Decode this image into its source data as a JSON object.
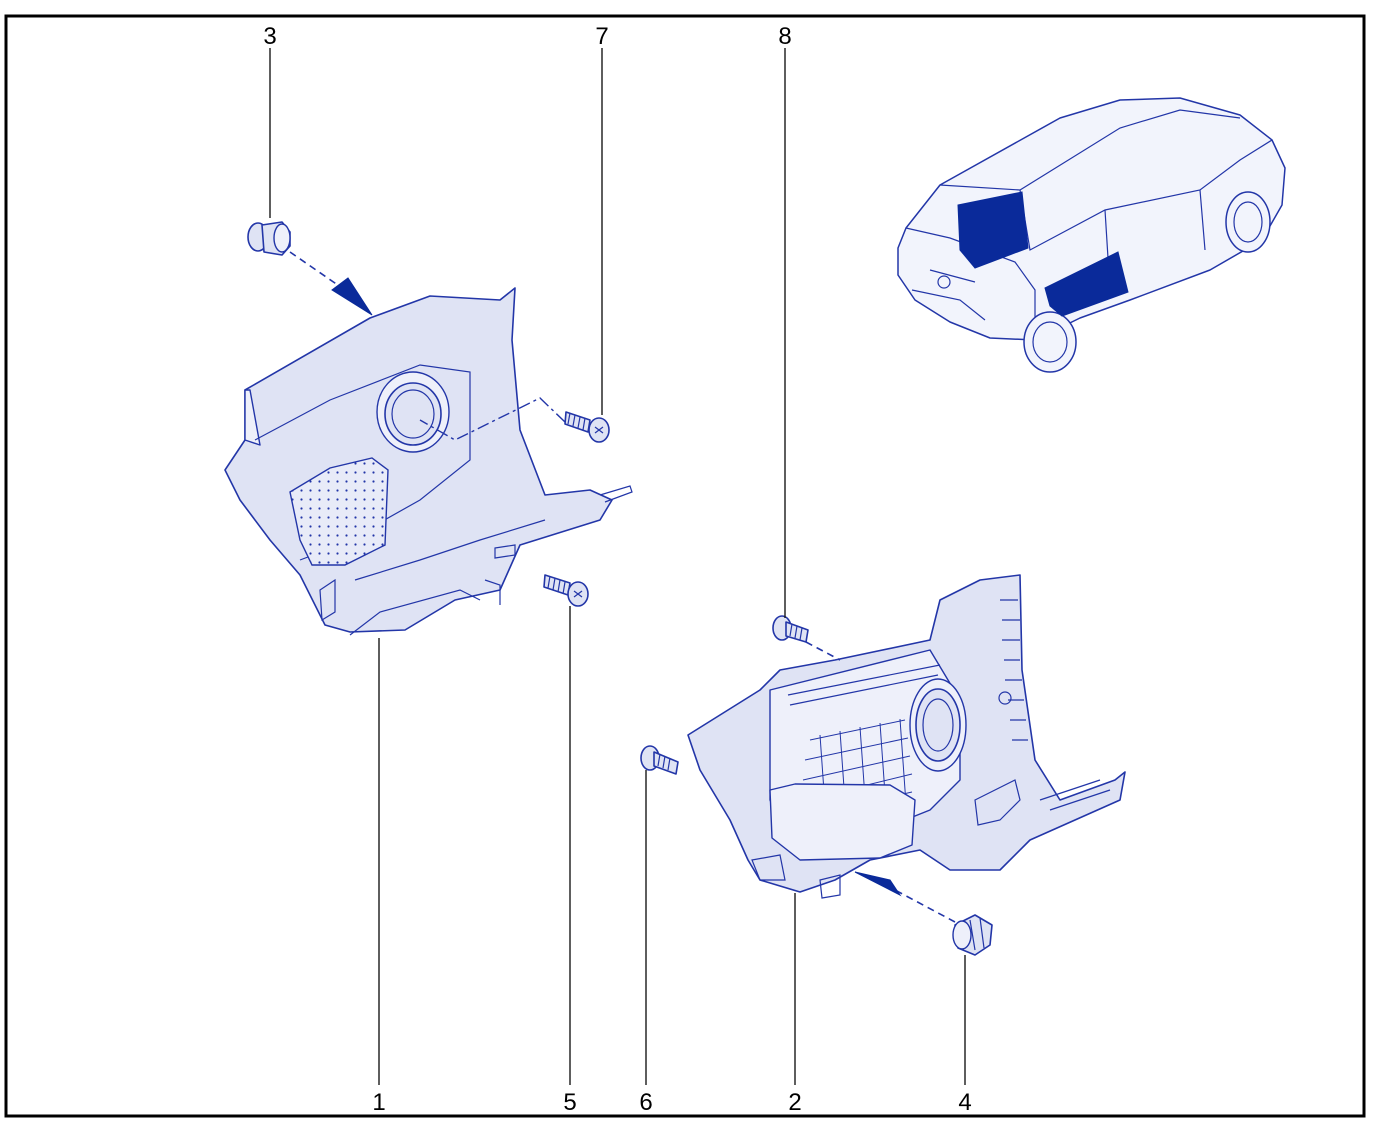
{
  "diagram": {
    "callouts": {
      "c1": "1",
      "c2": "2",
      "c3": "3",
      "c4": "4",
      "c5": "5",
      "c6": "6",
      "c7": "7",
      "c8": "8"
    },
    "colors": {
      "line": "#2336a8",
      "highlight": "#0a2a9a",
      "frame": "#000000"
    }
  }
}
